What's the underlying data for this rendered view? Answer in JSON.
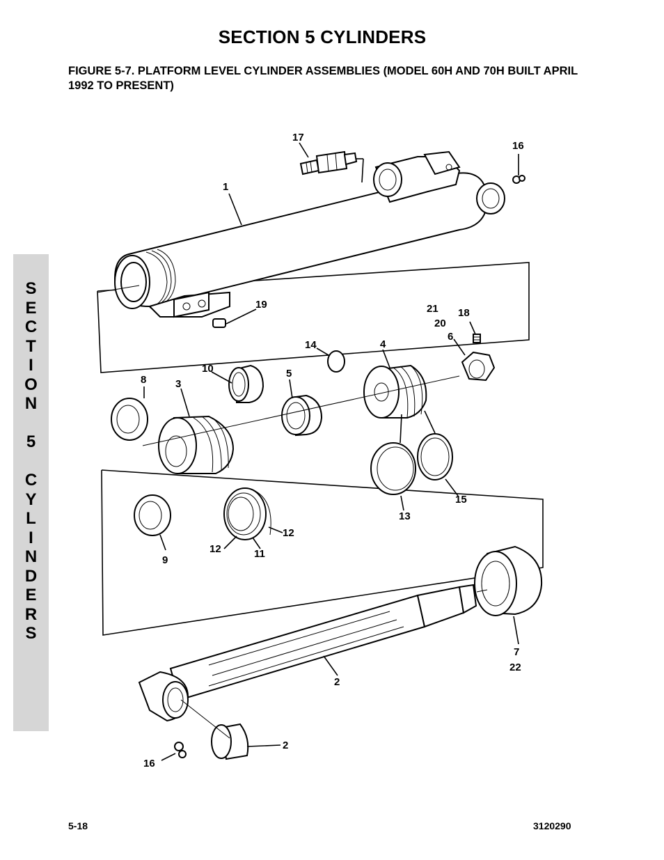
{
  "header": {
    "section_title": "SECTION 5  CYLINDERS",
    "figure_caption": "FIGURE 5-7.   PLATFORM LEVEL CYLINDER ASSEMBLIES (MODEL 60H AND 70H BUILT APRIL 1992 TO PRESENT)"
  },
  "side_tab": {
    "letters": [
      "S",
      "E",
      "C",
      "T",
      "I",
      "O",
      "N",
      "",
      "5",
      "",
      "C",
      "Y",
      "L",
      "I",
      "N",
      "D",
      "E",
      "R",
      "S"
    ]
  },
  "callouts": {
    "c1": "1",
    "c2a": "2",
    "c2b": "2",
    "c3": "3",
    "c4": "4",
    "c5": "5",
    "c6": "6",
    "c7": "7",
    "c8": "8",
    "c9": "9",
    "c10": "10",
    "c11": "11",
    "c12a": "12",
    "c12b": "12",
    "c13": "13",
    "c14": "14",
    "c15": "15",
    "c16a": "16",
    "c16b": "16",
    "c17": "17",
    "c18": "18",
    "c19": "19",
    "c20": "20",
    "c21": "21",
    "c22": "22"
  },
  "footer": {
    "page_number": "5-18",
    "doc_number": "3120290"
  }
}
